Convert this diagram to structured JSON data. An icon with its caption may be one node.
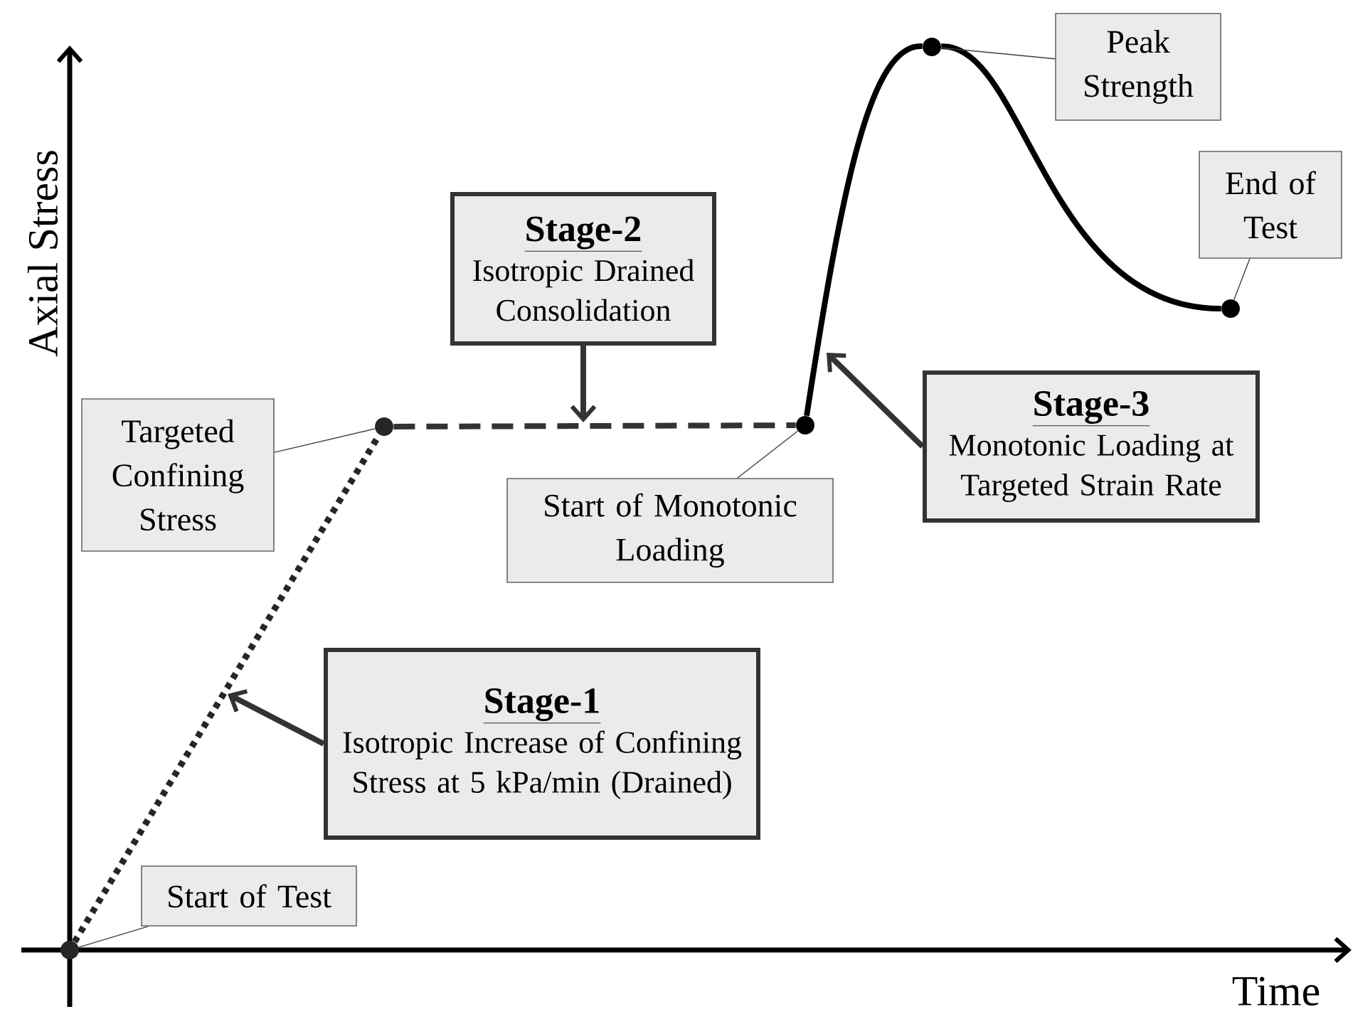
{
  "diagram": {
    "nodes": [
      {
        "text": [],
        "shape": "circle"
      },
      {
        "text": [],
        "shape": "circle"
      },
      {
        "text": [],
        "shape": "circle"
      },
      {
        "text": [],
        "shape": "circle"
      },
      {
        "text": [],
        "shape": "circle"
      },
      {
        "text": [
          "Peak Strength"
        ]
      },
      {
        "text": [
          "End of Test"
        ]
      },
      {
        "text": [
          "Stage-2",
          "Isotropic Drained Consolidation"
        ]
      },
      {
        "text": [
          "Targeted Confining Stress"
        ]
      },
      {
        "text": [
          "Start of Monotonic Loading"
        ]
      },
      {
        "text": [
          "Stage-3",
          "Monotonic Loading at Targeted Strain Rate"
        ]
      },
      {
        "text": [
          "Stage-1",
          "Isotropic Increase of Confining Stress at 5 kPa/min (Drained)"
        ]
      },
      {
        "text": [
          "Start of Test"
        ]
      }
    ],
    "edges": [
      {
        "from": 0,
        "to": 1,
        "arrow": "none",
        "style": "dashed"
      },
      {
        "from": 1,
        "to": 2,
        "arrow": "none",
        "style": "dashed"
      },
      {
        "from": 2,
        "to": 3,
        "arrow": "none"
      },
      {
        "from": 3,
        "to": 4,
        "arrow": "none"
      },
      {
        "from": 5,
        "to": 3,
        "arrow": "none"
      },
      {
        "from": 6,
        "to": 4,
        "arrow": "none"
      },
      {
        "from": 7,
        "to": null,
        "arrow": "to"
      },
      {
        "from": 8,
        "to": 1,
        "arrow": "none"
      },
      {
        "from": 9,
        "to": 2,
        "arrow": "none"
      },
      {
        "from": 10,
        "to": null,
        "arrow": "to"
      },
      {
        "from": 11,
        "to": null,
        "arrow": "to"
      },
      {
        "from": 12,
        "to": 0,
        "arrow": "none"
      }
    ],
    "labels": [
      "Axial Stress",
      "Time"
    ]
  }
}
